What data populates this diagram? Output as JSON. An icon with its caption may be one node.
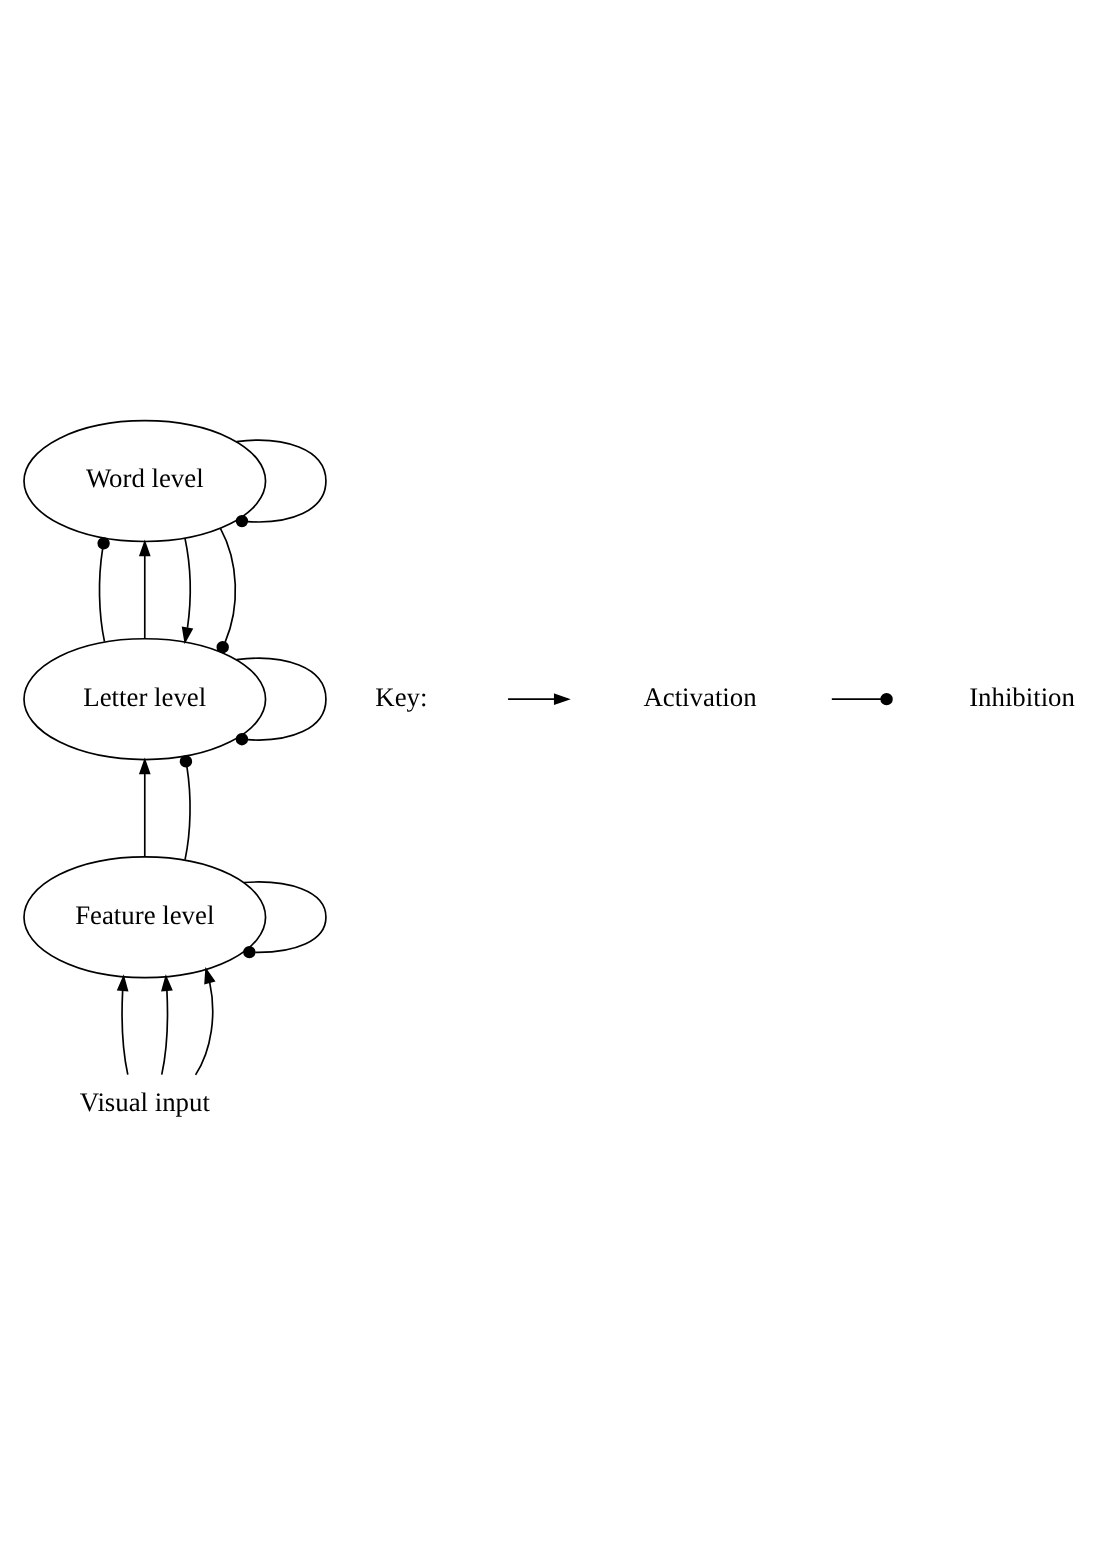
{
  "diagram": {
    "nodes": [
      {
        "text": [
          "Word level"
        ]
      },
      {
        "text": [
          "Letter level"
        ]
      },
      {
        "text": [
          "Feature level"
        ]
      },
      {
        "text": [
          "Visual input"
        ]
      }
    ],
    "edges": [
      {
        "from": 0,
        "to": 0,
        "arrow": "other"
      },
      {
        "from": 1,
        "to": 0,
        "arrow": "other"
      },
      {
        "from": 1,
        "to": 0,
        "arrow": "to"
      },
      {
        "from": 0,
        "to": 1,
        "arrow": "to"
      },
      {
        "from": 0,
        "to": 1,
        "arrow": "other"
      },
      {
        "from": 1,
        "to": 1,
        "arrow": "other"
      },
      {
        "from": 2,
        "to": 1,
        "arrow": "to"
      },
      {
        "from": 2,
        "to": 1,
        "arrow": "other"
      },
      {
        "from": 2,
        "to": 2,
        "arrow": "other"
      },
      {
        "from": 3,
        "to": 2,
        "arrow": "to"
      },
      {
        "from": 3,
        "to": 2,
        "arrow": "to"
      },
      {
        "from": 3,
        "to": 2,
        "arrow": "to"
      }
    ],
    "labels": [
      "Key:"
    ],
    "legend": [
      {
        "text": "Activation"
      },
      {
        "text": "Inhibition"
      }
    ]
  }
}
